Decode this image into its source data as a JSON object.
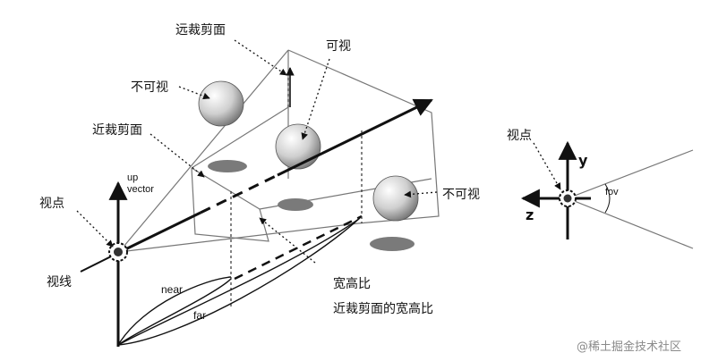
{
  "labels": {
    "far_clip_plane": "远裁剪面",
    "visible": "可视",
    "invisible_top": "不可视",
    "near_clip_plane": "近裁剪面",
    "viewpoint_left": "视点",
    "up_vector_line1": "up",
    "up_vector_line2": "vector",
    "line_of_sight": "视线",
    "invisible_right": "不可视",
    "near": "near",
    "far": "far",
    "aspect_ratio": "宽高比",
    "near_plane_aspect_ratio": "近裁剪面的宽高比",
    "viewpoint_right": "视点",
    "axis_y": "y",
    "axis_z": "z",
    "fov": "fov"
  },
  "watermark": "@稀土掘金技术社区"
}
